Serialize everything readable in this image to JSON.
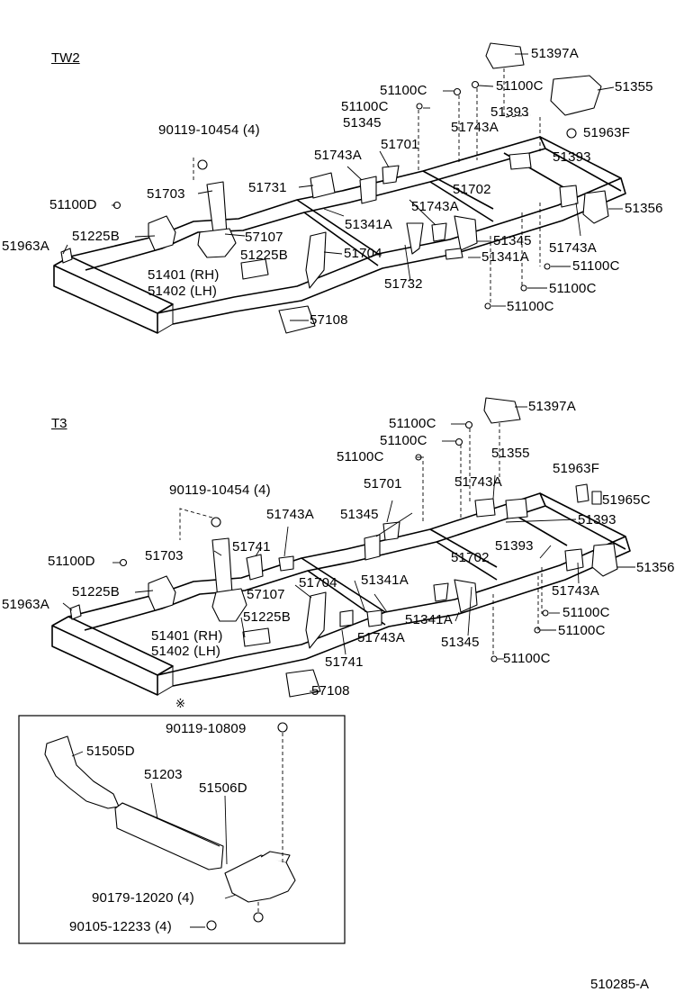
{
  "sections": {
    "tw2": "TW2",
    "t3": "T3"
  },
  "inset_marker": "※",
  "diagram_code": "510285-A",
  "labels_tw2": [
    "51397A",
    "51100C",
    "51100C",
    "51355",
    "51393",
    "51100C",
    "51345",
    "51743A",
    "51963F",
    "90119-10454 (4)",
    "51701",
    "51743A",
    "51393",
    "51703",
    "51731",
    "51702",
    "51100D",
    "51743A",
    "51356",
    "51341A",
    "57107",
    "51225B",
    "51345",
    "51963A",
    "51743A",
    "51704",
    "51225B",
    "51341A",
    "51100C",
    "51401 (RH)",
    "51402 (LH)",
    "51732",
    "51100C",
    "51100C",
    "57108"
  ],
  "labels_t3": [
    "51397A",
    "51100C",
    "51100C",
    "51355",
    "51100C",
    "51963F",
    "51701",
    "51743A",
    "90119-10454 (4)",
    "51965C",
    "51743A",
    "51345",
    "51393",
    "51741",
    "51393",
    "51703",
    "51702",
    "51100D",
    "51356",
    "51341A",
    "51704",
    "57107",
    "51743A",
    "51225B",
    "51963A",
    "51341A",
    "51100C",
    "51225B",
    "51401 (RH)",
    "51100C",
    "51402 (LH)",
    "51743A",
    "51345",
    "51741",
    "51100C",
    "57108"
  ],
  "labels_inset": [
    "90119-10809",
    "51505D",
    "51203",
    "51506D",
    "90179-12020 (4)",
    "90105-12233 (4)"
  ]
}
